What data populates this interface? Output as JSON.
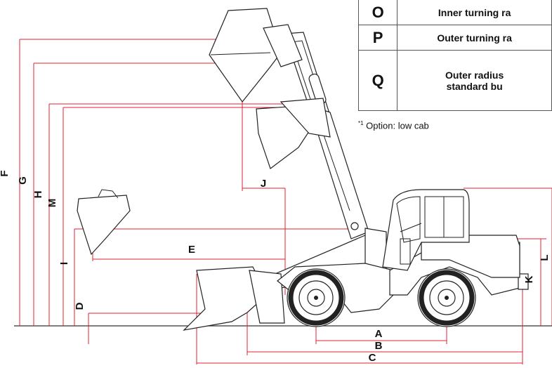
{
  "table": {
    "rows": [
      {
        "key": "O",
        "label": "Inner turning ra",
        "label2": ""
      },
      {
        "key": "P",
        "label": "Outer turning ra",
        "label2": ""
      },
      {
        "key": "Q",
        "label": "Outer radius",
        "label2": "standard bu"
      }
    ]
  },
  "footnote": {
    "mark": "*1",
    "text": " Option: low cab"
  },
  "dimensions": {
    "A": "A",
    "B": "B",
    "C": "C",
    "D": "D",
    "E": "E",
    "F": "F",
    "G": "G",
    "H": "H",
    "I": "I",
    "J": "J",
    "K": "K",
    "L": "L",
    "M": "M"
  },
  "colors": {
    "dimension_line": "#e02030",
    "outline": "#222222",
    "background": "#ffffff"
  }
}
